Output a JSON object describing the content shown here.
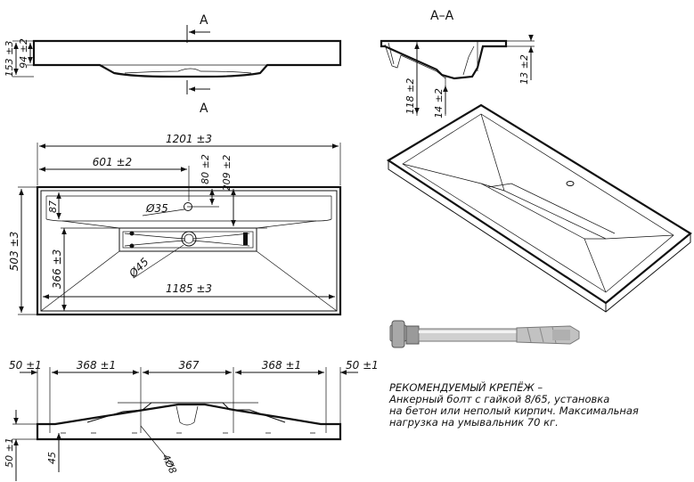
{
  "top_view": {
    "dims": {
      "a": "94 ±2",
      "b": "153 ±3"
    },
    "section_marker": "A"
  },
  "section": {
    "title": "A–A",
    "dims": {
      "a": "118 ±2",
      "b": "14 ±2",
      "c": "13 ±2"
    }
  },
  "plan_view": {
    "dims": {
      "overall_width": "1201 ±3",
      "to_hole": "601 ±2",
      "hole_offset_a": "80 ±2",
      "hole_offset_b": "209 ±2",
      "ledge": "87",
      "hole_dia": "Ø35",
      "overall_depth": "503 ±3",
      "drain_depth": "366 ±3",
      "drain_dia": "Ø45",
      "inner_width": "1185 ±3"
    }
  },
  "front_view": {
    "dims": {
      "edge_left": "50 ±1",
      "span_left": "368 ±1",
      "span_center": "367",
      "span_right": "368 ±1",
      "edge_right": "50 ±1",
      "height": "50 ±1",
      "hole_height": "45",
      "hole_dia": "4Ø8"
    }
  },
  "note": {
    "heading": "РЕКОМЕНДУЕМЫЙ КРЕПЁЖ –",
    "lines": [
      "Анкерный болт с гайкой 8/65, установка",
      "на бетон или неполый кирпич. Максимальная",
      "нагрузка на умывальник 70 кг."
    ]
  }
}
